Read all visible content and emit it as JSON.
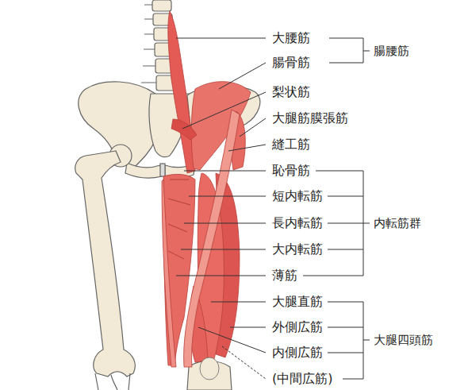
{
  "diagram": {
    "labels": [
      "大腰筋",
      "腸骨筋",
      "梨状筋",
      "大腿筋膜張筋",
      "縫工筋",
      "恥骨筋",
      "短内転筋",
      "長内転筋",
      "大内転筋",
      "薄筋",
      "大腿直筋",
      "外側広筋",
      "内側広筋",
      "(中間広筋)",
      "腸腰筋",
      "内転筋群",
      "大腿四頭筋"
    ]
  }
}
